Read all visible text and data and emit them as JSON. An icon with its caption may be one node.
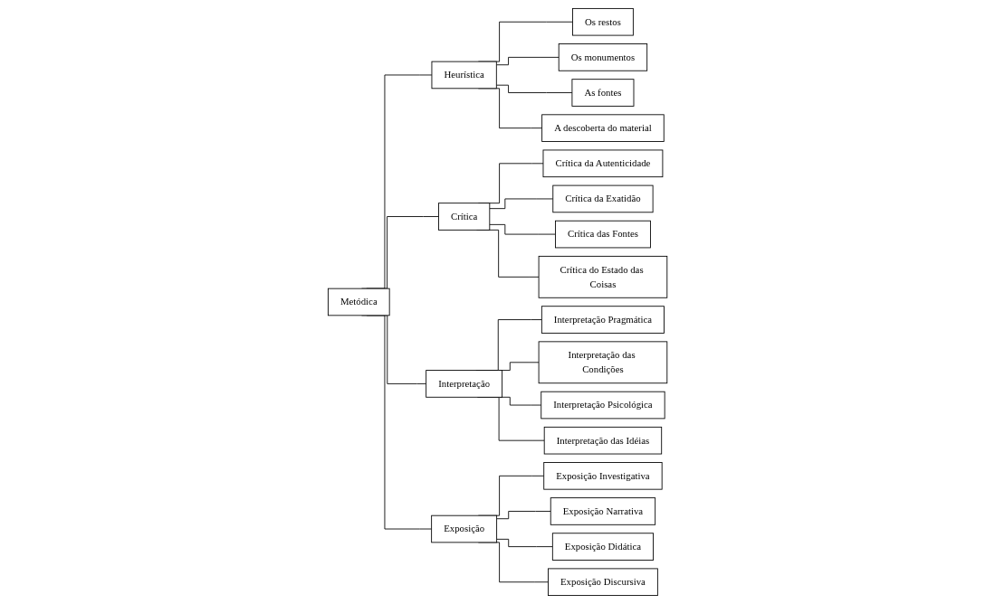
{
  "diagram": {
    "nodes": [
      {
        "text": [
          "Metódica"
        ]
      },
      {
        "text": [
          "Heurística"
        ]
      },
      {
        "text": [
          "Crítica"
        ]
      },
      {
        "text": [
          "Interpretação"
        ]
      },
      {
        "text": [
          "Exposição"
        ]
      },
      {
        "text": [
          "Os restos"
        ]
      },
      {
        "text": [
          "Os monumentos"
        ]
      },
      {
        "text": [
          "As fontes"
        ]
      },
      {
        "text": [
          "A descoberta do material"
        ]
      },
      {
        "text": [
          "Crítica da Autenticidade"
        ]
      },
      {
        "text": [
          "Crítica da Exatidão"
        ]
      },
      {
        "text": [
          "Crítica das Fontes"
        ]
      },
      {
        "text": [
          "Crítica do Estado das Coisas"
        ]
      },
      {
        "text": [
          "Interpretação Pragmática"
        ]
      },
      {
        "text": [
          "Interpretação das Condições"
        ]
      },
      {
        "text": [
          "Interpretação Psicológica"
        ]
      },
      {
        "text": [
          "Interpretação das Idéias"
        ]
      },
      {
        "text": [
          "Exposição Investigativa"
        ]
      },
      {
        "text": [
          "Exposição Narrativa"
        ]
      },
      {
        "text": [
          "Exposição Didática"
        ]
      },
      {
        "text": [
          "Exposição Discursiva"
        ]
      }
    ],
    "edges": [
      {
        "from": 0,
        "to": 1,
        "arrow": "none"
      },
      {
        "from": 0,
        "to": 2,
        "arrow": "none"
      },
      {
        "from": 0,
        "to": 3,
        "arrow": "none"
      },
      {
        "from": 0,
        "to": 4,
        "arrow": "none"
      },
      {
        "from": 1,
        "to": 5,
        "arrow": "none"
      },
      {
        "from": 1,
        "to": 6,
        "arrow": "none"
      },
      {
        "from": 1,
        "to": 7,
        "arrow": "none"
      },
      {
        "from": 1,
        "to": 8,
        "arrow": "none"
      },
      {
        "from": 2,
        "to": 9,
        "arrow": "none"
      },
      {
        "from": 2,
        "to": 10,
        "arrow": "none"
      },
      {
        "from": 2,
        "to": 11,
        "arrow": "none"
      },
      {
        "from": 2,
        "to": 12,
        "arrow": "none"
      },
      {
        "from": 3,
        "to": 13,
        "arrow": "none"
      },
      {
        "from": 3,
        "to": 14,
        "arrow": "none"
      },
      {
        "from": 3,
        "to": 15,
        "arrow": "none"
      },
      {
        "from": 3,
        "to": 16,
        "arrow": "none"
      },
      {
        "from": 4,
        "to": 17,
        "arrow": "none"
      },
      {
        "from": 4,
        "to": 18,
        "arrow": "none"
      },
      {
        "from": 4,
        "to": 19,
        "arrow": "none"
      },
      {
        "from": 4,
        "to": 20,
        "arrow": "none"
      }
    ]
  }
}
